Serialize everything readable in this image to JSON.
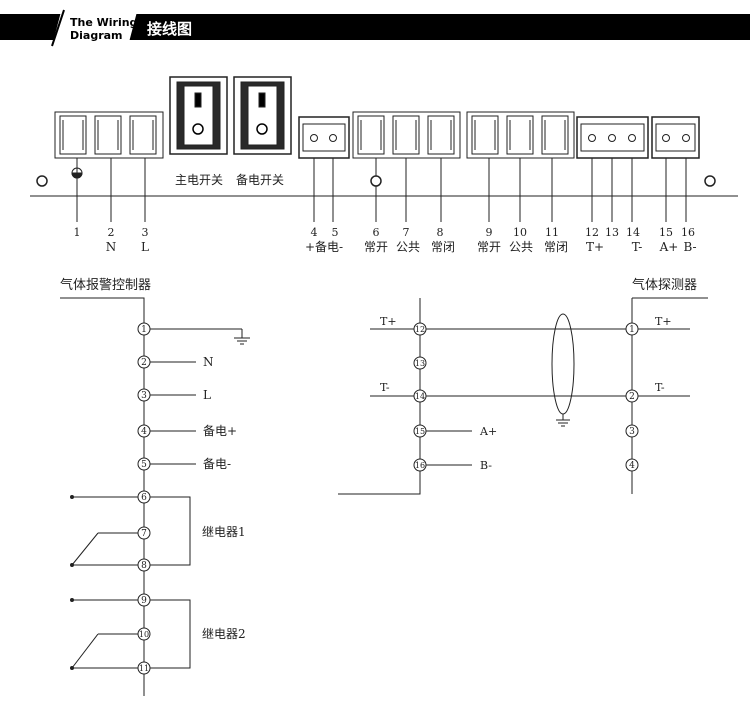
{
  "header": {
    "title_en_line1": "The Wiring",
    "title_en_line2": "Diagram",
    "title_cn": "接线图"
  },
  "switches": {
    "main": "主电开关",
    "backup": "备电开关"
  },
  "terminals": {
    "numbers": [
      "1",
      "2",
      "3",
      "4",
      "5",
      "6",
      "7",
      "8",
      "9",
      "10",
      "11",
      "12",
      "13",
      "14",
      "15",
      "16"
    ],
    "labels": {
      "t2": "N",
      "t3": "L",
      "t45": "+备电-",
      "t6": "常开",
      "t7": "公共",
      "t8": "常闭",
      "t9": "常开",
      "t10": "公共",
      "t11": "常闭",
      "t12": "T+",
      "t14": "T-",
      "t15": "A+",
      "t16": "B-"
    }
  },
  "controller": {
    "title": "气体报警控制器",
    "pins": [
      "1",
      "2",
      "3",
      "4",
      "5",
      "6",
      "7",
      "8",
      "9",
      "10",
      "11"
    ],
    "labels": {
      "p2": "N",
      "p3": "L",
      "p4": "备电+",
      "p5": "备电-",
      "relay1": "继电器1",
      "relay2": "继电器2"
    }
  },
  "detector": {
    "title": "气体探测器",
    "ctrl_pins": [
      "12",
      "13",
      "14",
      "15",
      "16"
    ],
    "det_pins": [
      "1",
      "2",
      "3",
      "4"
    ],
    "labels": {
      "tplus_left": "T+",
      "tminus_left": "T-",
      "tplus_right": "T+",
      "tminus_right": "T-",
      "a_plus": "A+",
      "b_minus": "B-"
    }
  }
}
